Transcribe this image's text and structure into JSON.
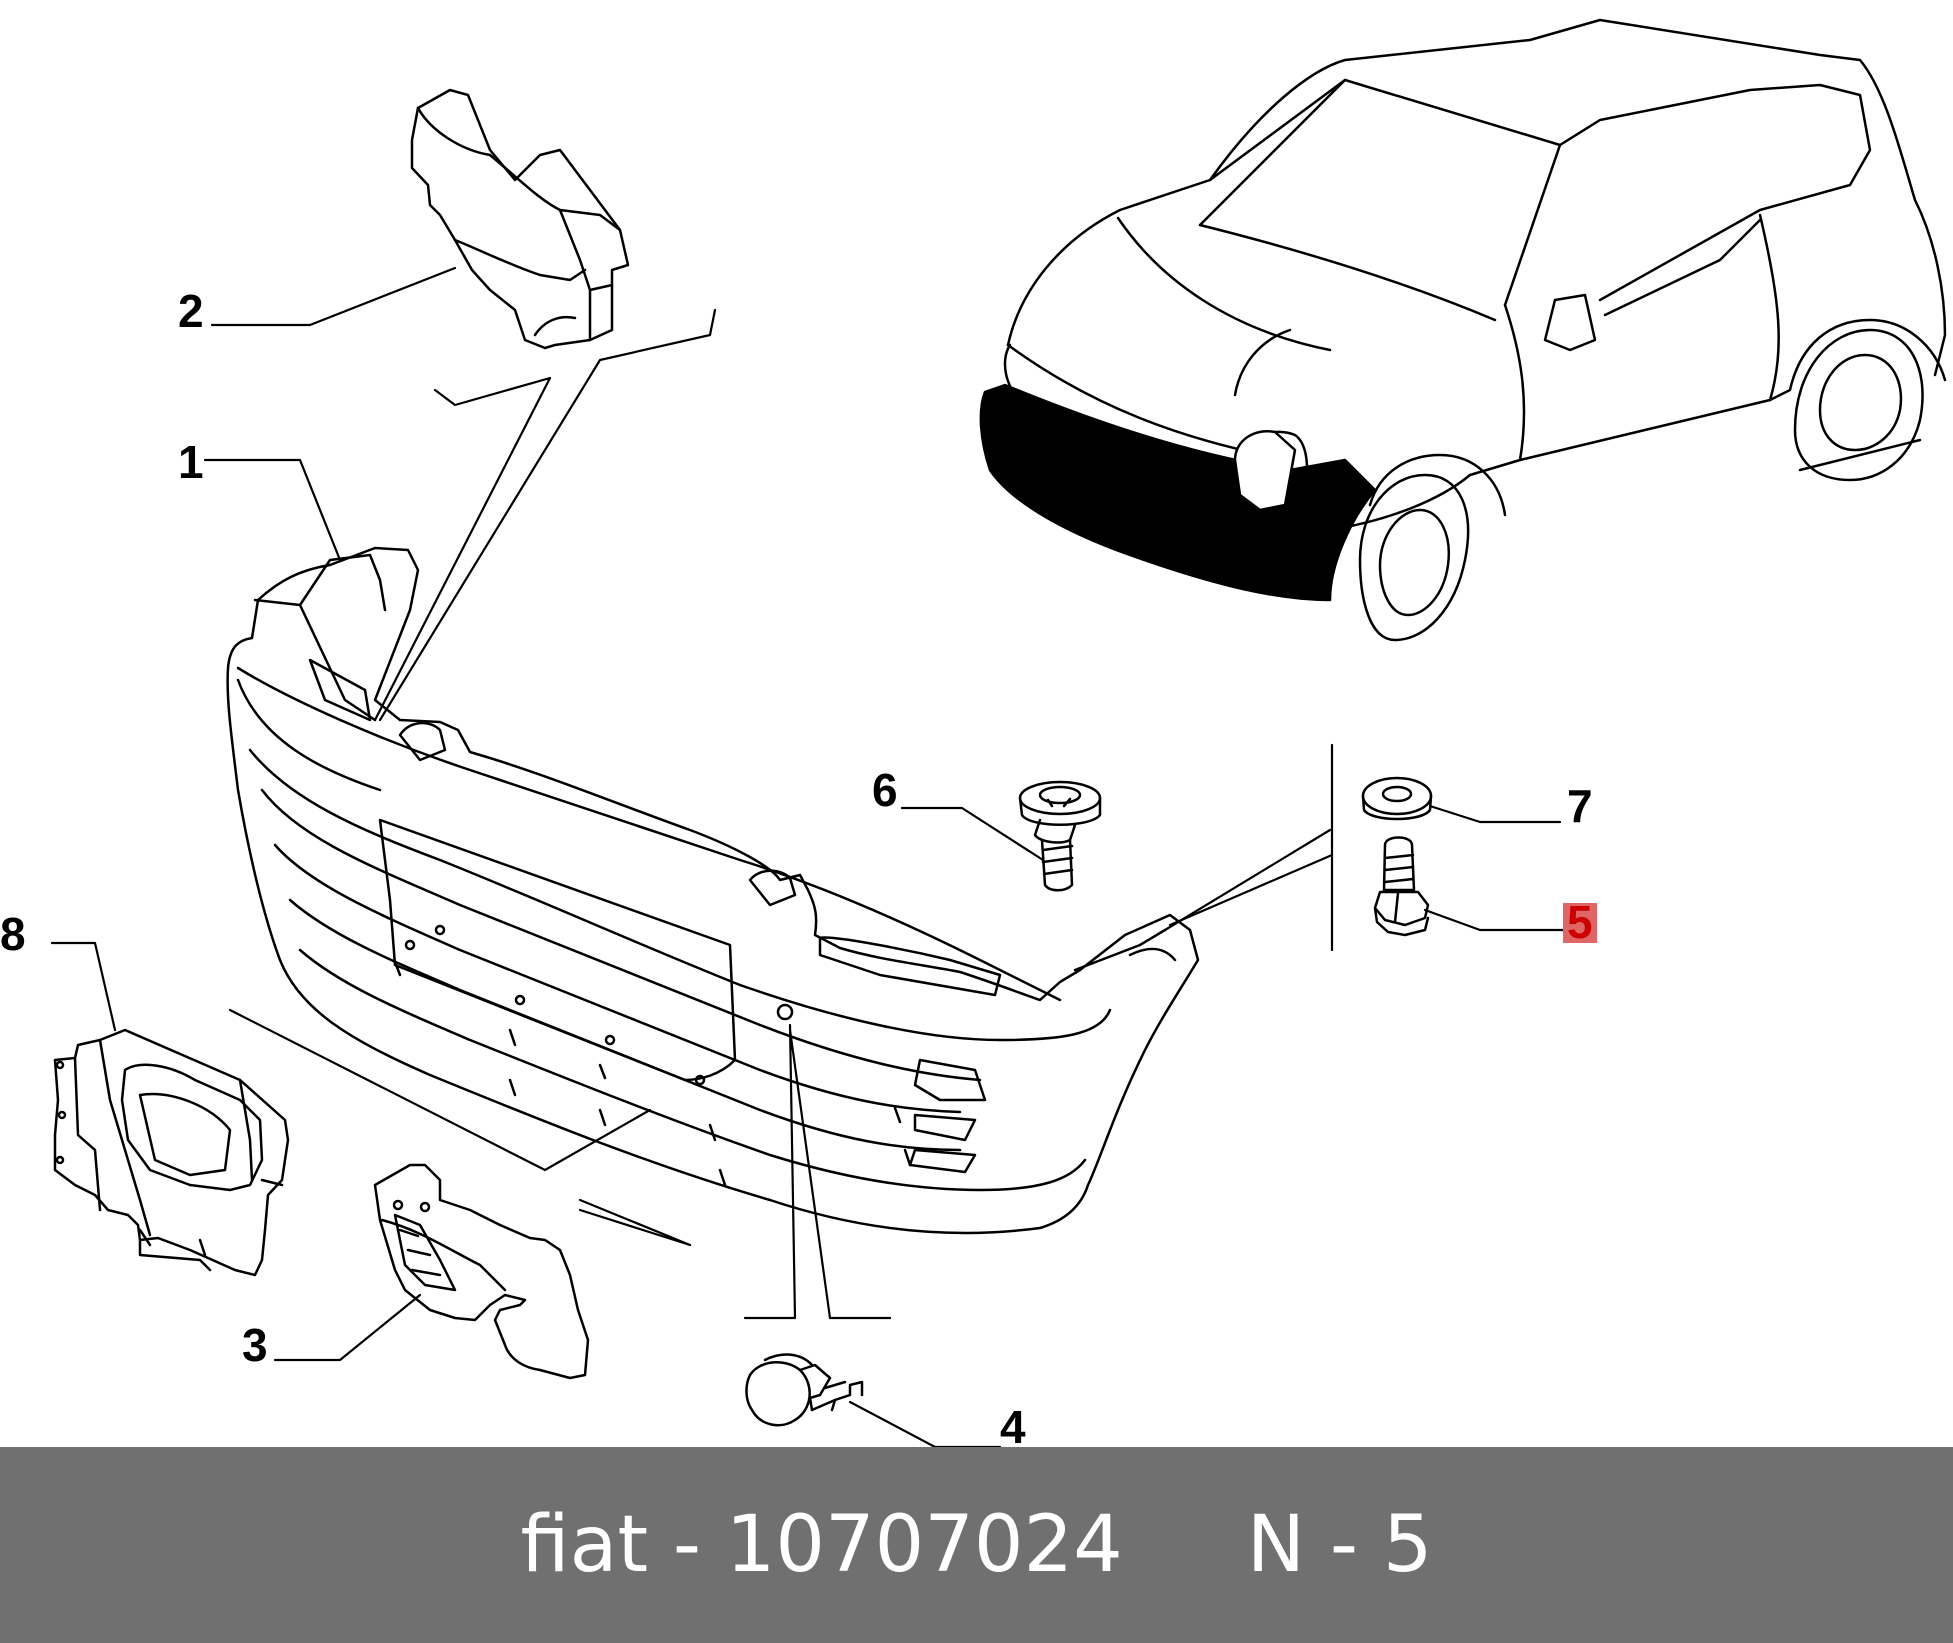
{
  "diagram": {
    "callouts": [
      {
        "id": "1",
        "label": "1"
      },
      {
        "id": "2",
        "label": "2"
      },
      {
        "id": "3",
        "label": "3"
      },
      {
        "id": "4",
        "label": "4"
      },
      {
        "id": "5",
        "label": "5",
        "highlighted": true
      },
      {
        "id": "6",
        "label": "6"
      },
      {
        "id": "7",
        "label": "7"
      },
      {
        "id": "8",
        "label": "8"
      }
    ],
    "highlight_color": "#e06666"
  },
  "footer": {
    "brand": "fiat",
    "separator": " - ",
    "part_number": "10707024",
    "gap": "     ",
    "position_label": "N - 5",
    "background_color": "#707070",
    "text_color": "#ffffff"
  }
}
